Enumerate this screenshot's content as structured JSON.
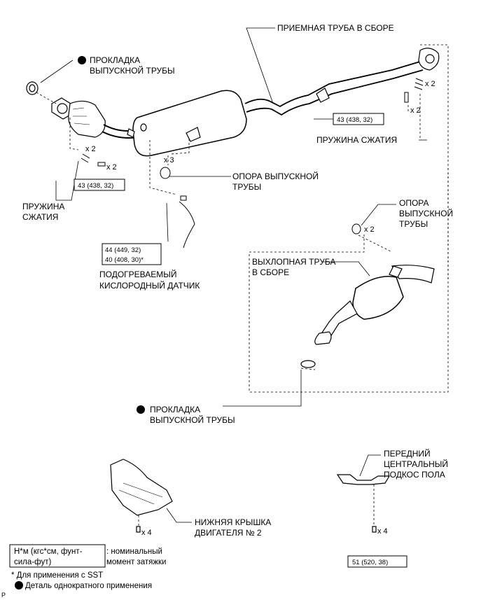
{
  "labels": {
    "front_pipe": "ПРИЕМНАЯ ТРУБА В СБОРЕ",
    "gasket_top": [
      "ПРОКЛАДКА",
      "ВЫПУСКНОЙ ТРУБЫ"
    ],
    "spring_right": "ПРУЖИНА СЖАТИЯ",
    "spring_left": [
      "ПРУЖИНА",
      "СЖАТИЯ"
    ],
    "support_mid": [
      "ОПОРА ВЫПУСКНОЙ",
      "ТРУБЫ"
    ],
    "support_right": [
      "ОПОРА",
      "ВЫПУСКНОЙ",
      "ТРУБЫ"
    ],
    "tail_pipe": [
      "ВЫХЛОПНАЯ ТРУБА",
      "В СБОРЕ"
    ],
    "o2_sensor": [
      "ПОДОГРЕВАЕМЫЙ",
      "КИСЛОРОДНЫЙ ДАТЧИК"
    ],
    "gasket_bottom": [
      "ПРОКЛАДКА",
      "ВЫПУСКНОЙ ТРУБЫ"
    ],
    "engine_cover": [
      "НИЖНЯЯ КРЫШКА",
      "ДВИГАТЕЛЯ № 2"
    ],
    "floor_brace": [
      "ПЕРЕДНИЙ",
      "ЦЕНТРАЛЬНЫЙ",
      "ПОДКОС ПОЛА"
    ]
  },
  "torques": {
    "right": "43 (438, 32)",
    "left": "43 (438, 32)",
    "sensor": [
      "44 (449, 32)",
      "40 (408, 30)*"
    ],
    "brace": "51 (520, 38)"
  },
  "multipliers": {
    "spring_right": "x 2",
    "bolt_right": "x 2",
    "bolts_left_top": "x 2",
    "bolts_left": "x 2",
    "support_mid": "x 3",
    "support_right": "x 2",
    "cover_bolts": "x 4",
    "brace_bolts": "x 4"
  },
  "legend": {
    "unit_box": [
      "Н*м (кгс*см, фунт-",
      "сила-фут)"
    ],
    "unit_desc": [
      ": номинальный",
      "момент затяжки"
    ],
    "sst_note": "* Для применения с SST",
    "single_use": "Деталь однократного применения"
  },
  "corner_mark": "P"
}
